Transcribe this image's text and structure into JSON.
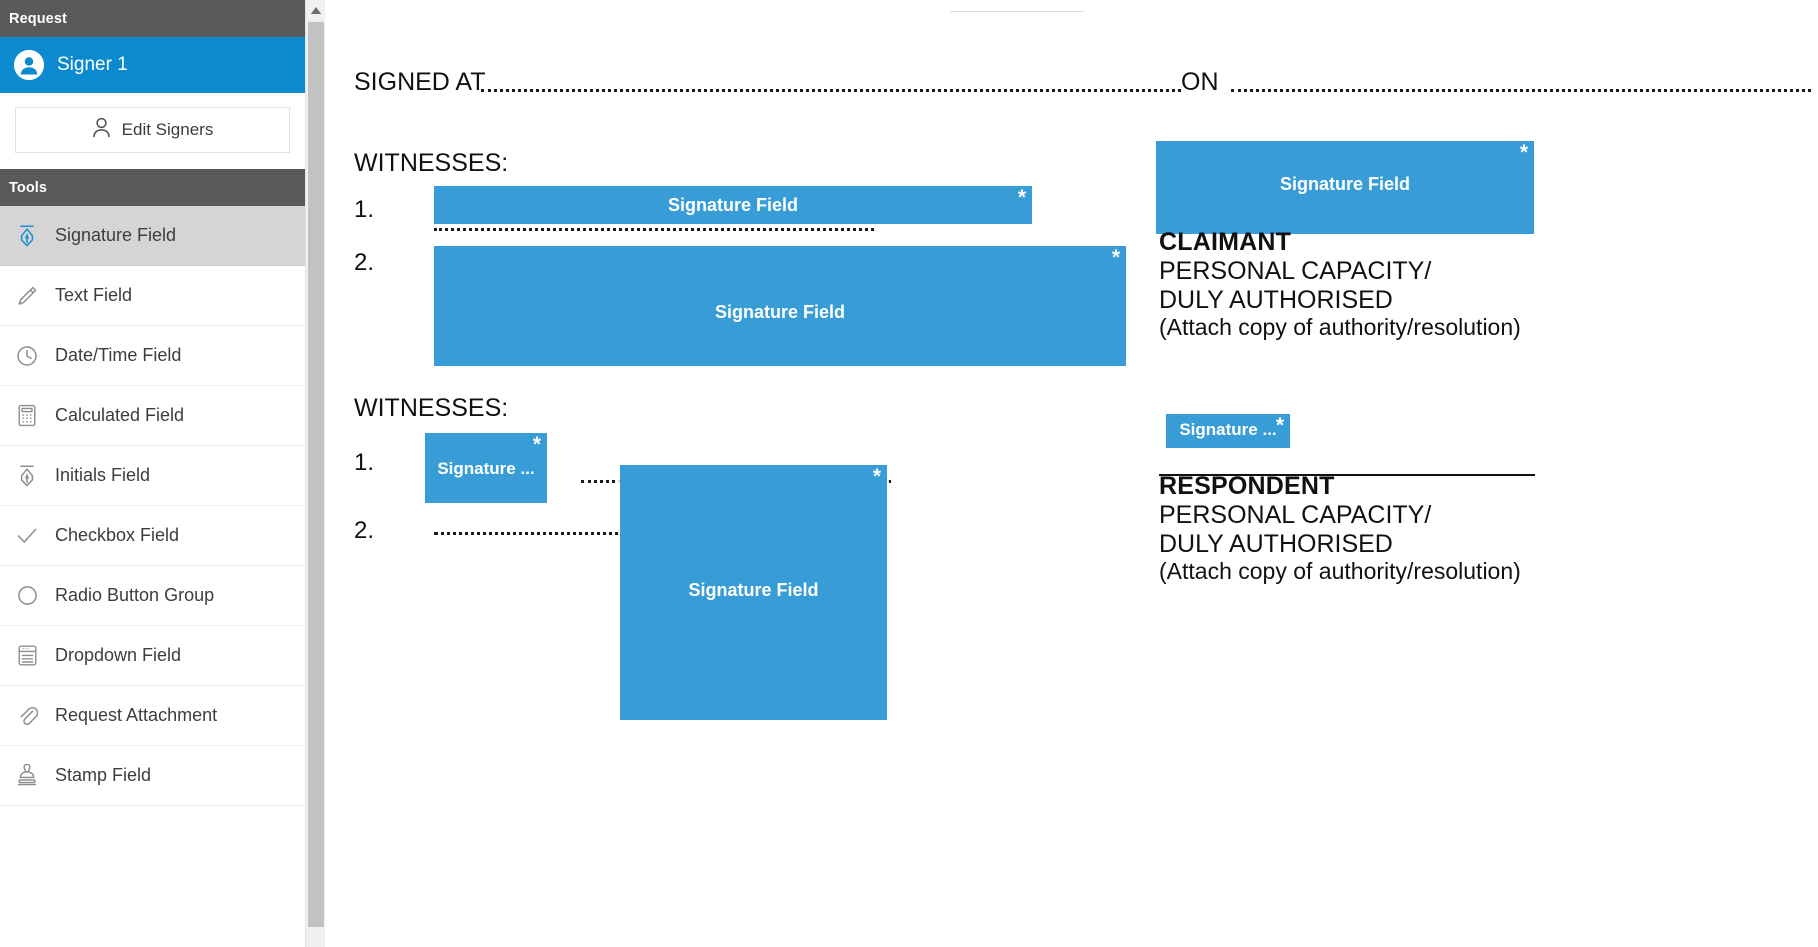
{
  "sidebar": {
    "request_header": "Request",
    "tools_header": "Tools",
    "signer": {
      "name": "Signer 1",
      "avatar_icon": "user-avatar-icon"
    },
    "edit_signers_label": "Edit Signers",
    "edit_signers_icon": "person-icon",
    "tools": [
      {
        "label": "Signature Field",
        "icon": "pen-nib-icon",
        "active": true
      },
      {
        "label": "Text Field",
        "icon": "pencil-icon",
        "active": false
      },
      {
        "label": "Date/Time Field",
        "icon": "clock-icon",
        "active": false
      },
      {
        "label": "Calculated Field",
        "icon": "calculator-icon",
        "active": false
      },
      {
        "label": "Initials Field",
        "icon": "pen-nib-icon",
        "active": false
      },
      {
        "label": "Checkbox Field",
        "icon": "checkmark-icon",
        "active": false
      },
      {
        "label": "Radio Button Group",
        "icon": "circle-icon",
        "active": false
      },
      {
        "label": "Dropdown Field",
        "icon": "dropdown-list-icon",
        "active": false
      },
      {
        "label": "Request Attachment",
        "icon": "paperclip-icon",
        "active": false
      },
      {
        "label": "Stamp Field",
        "icon": "stamp-icon",
        "active": false
      }
    ],
    "scrollbar": {
      "up_arrow_icon": "chevron-up-icon"
    }
  },
  "document": {
    "signed_at_label": "SIGNED AT",
    "on_label": "ON",
    "witnesses_label_1": "WITNESSES:",
    "witnesses_label_2": "WITNESSES:",
    "num_1a": "1.",
    "num_2a": "2.",
    "num_1b": "1.",
    "num_2b": "2.",
    "claimant": {
      "title": "CLAIMANT",
      "line1": "PERSONAL CAPACITY/",
      "line2": "DULY AUTHORISED",
      "note": "(Attach copy of authority/resolution)"
    },
    "respondent": {
      "title": "RESPONDENT",
      "line1": "PERSONAL CAPACITY/",
      "line2": "DULY AUTHORISED",
      "note": "(Attach copy of authority/resolution)"
    },
    "fields": [
      {
        "id": "sf-witness-1a",
        "label": "Signature Field",
        "required_marker": "*"
      },
      {
        "id": "sf-witness-2a",
        "label": "Signature Field",
        "required_marker": "*"
      },
      {
        "id": "sf-claimant",
        "label": "Signature Field",
        "required_marker": "*"
      },
      {
        "id": "sf-witness-1b",
        "label": "Signature ...",
        "required_marker": "*"
      },
      {
        "id": "sf-witness-2b",
        "label": "Signature Field",
        "required_marker": "*"
      },
      {
        "id": "sf-respondent",
        "label": "Signature ...",
        "required_marker": "*"
      }
    ]
  },
  "colors": {
    "accent_blue": "#0b8ad0",
    "field_blue": "#389dd6",
    "header_gray": "#58595b",
    "active_tool_gray": "#d5d5d5",
    "scrollbar_thumb": "#c2c2c2"
  }
}
